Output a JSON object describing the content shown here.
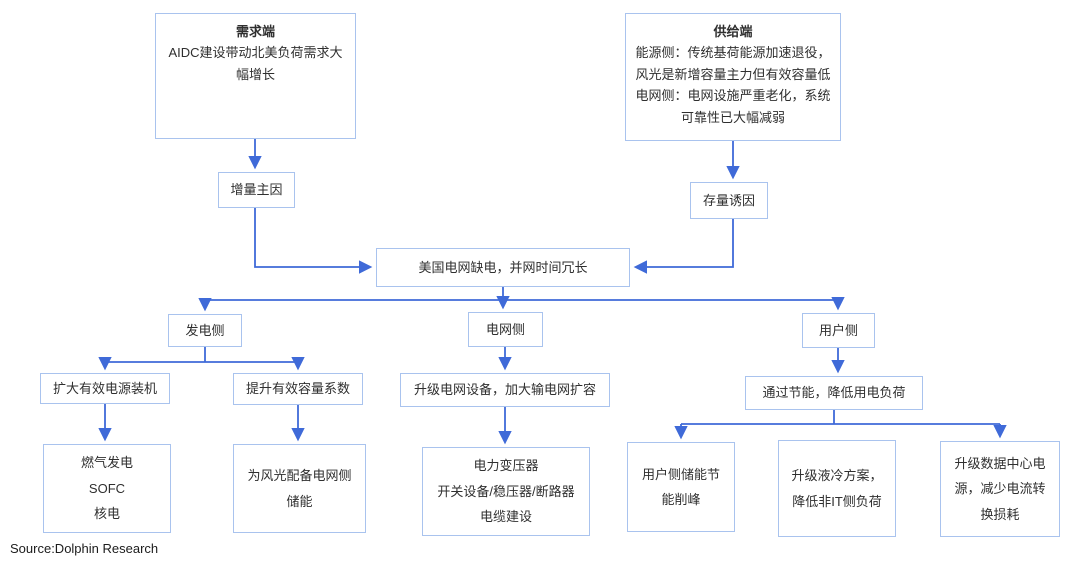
{
  "diagram": {
    "colors": {
      "line": "#3f6ad8",
      "box_border": "#a9c3ee",
      "text": "#2f2f2f"
    },
    "nodes": {
      "demand": {
        "title": "需求端",
        "body": "AIDC建设带动北美负荷需求大\n幅增长"
      },
      "supply": {
        "title": "供给端",
        "body": "能源侧：传统基荷能源加速退役，\n风光是新增容量主力但有效容量低\n电网侧：电网设施严重老化，系统\n可靠性已大幅减弱"
      },
      "incremental_cause": {
        "label": "增量主因"
      },
      "stock_cause": {
        "label": "存量诱因"
      },
      "central": {
        "label": "美国电网缺电，并网时间冗长"
      },
      "generation_side": {
        "label": "发电侧"
      },
      "grid_side": {
        "label": "电网侧"
      },
      "user_side": {
        "label": "用户侧"
      },
      "expand_capacity": {
        "label": "扩大有效电源装机"
      },
      "capacity_factor": {
        "label": "提升有效容量系数"
      },
      "upgrade_grid": {
        "label": "升级电网设备，加大输电网扩容"
      },
      "energy_saving": {
        "label": "通过节能，降低用电负荷"
      },
      "gas_power": {
        "label": "燃气发电\nSOFC\n核电"
      },
      "wind_storage": {
        "label": "为风光配备电网侧\n储能"
      },
      "transformer": {
        "label": "电力变压器\n开关设备/稳压器/断路器\n电缆建设"
      },
      "user_storage": {
        "label": "用户侧储能节\n能削峰"
      },
      "liquid_cooling": {
        "label": "升级液冷方案，\n降低非IT侧负荷"
      },
      "dc_power": {
        "label": "升级数据中心电\n源，减少电流转\n换损耗"
      }
    },
    "source": "Source:Dolphin Research"
  }
}
